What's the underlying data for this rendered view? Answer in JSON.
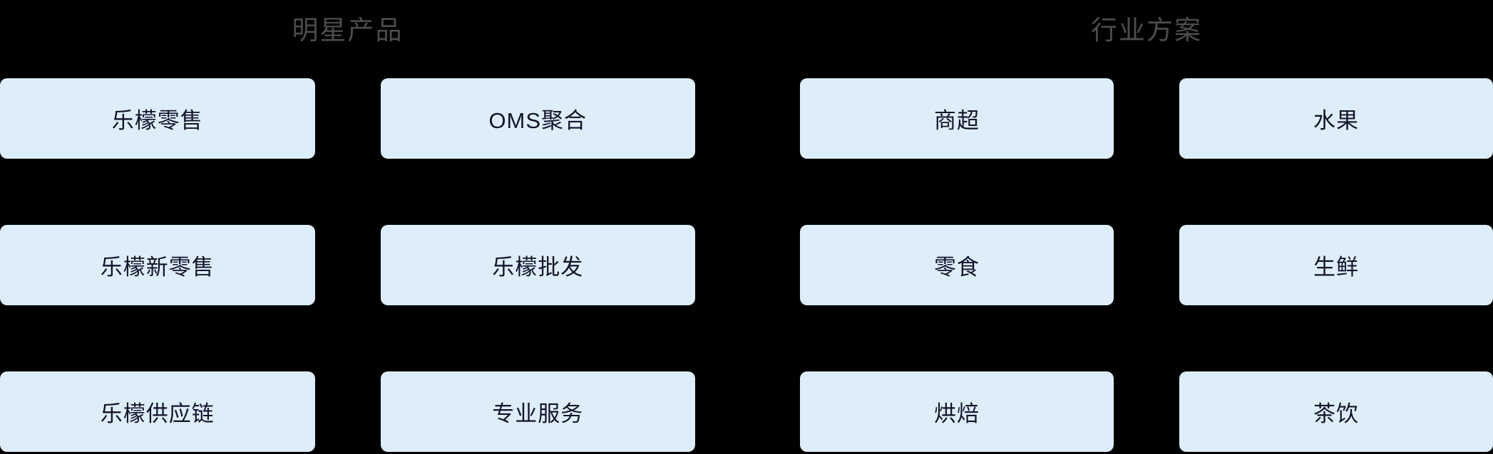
{
  "sections": {
    "star_products": {
      "title": "明星产品",
      "items": [
        "乐檬零售",
        "OMS聚合",
        "乐檬新零售",
        "乐檬批发",
        "乐檬供应链",
        "专业服务"
      ]
    },
    "industry_solutions": {
      "title": "行业方案",
      "items": [
        "商超",
        "水果",
        "零食",
        "生鲜",
        "烘焙",
        "茶饮"
      ]
    }
  },
  "colors": {
    "background": "#000000",
    "item_background": "#ddeefa",
    "item_text": "#131329",
    "section_title_text": "#4c4c4c"
  }
}
